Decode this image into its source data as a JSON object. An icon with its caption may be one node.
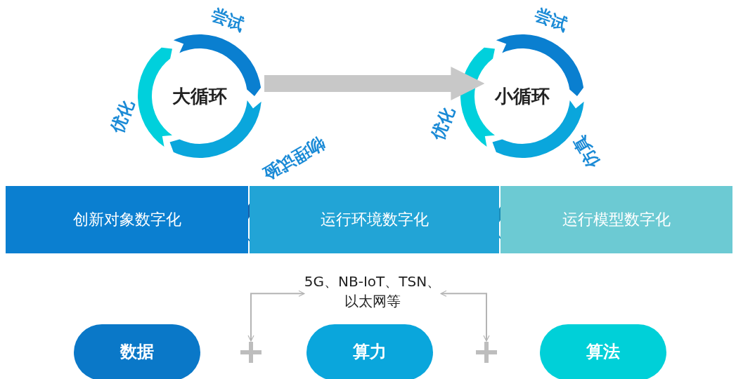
{
  "diagram": {
    "nodes": [
      {
        "text": [
          "大循环"
        ],
        "beside": [
          "尝试",
          "物理试验",
          "优化"
        ]
      },
      {
        "text": [
          "小循环"
        ],
        "beside": [
          "尝试",
          "仿真",
          "优化"
        ]
      },
      {
        "text": [
          "创新对象数字化"
        ]
      },
      {
        "text": [
          "运行环境数字化"
        ]
      },
      {
        "text": [
          "运行模型数字化"
        ]
      },
      {
        "text": [
          "5G、NB-IoT、TSN、以太网等"
        ]
      },
      {
        "text": [
          "数据"
        ]
      },
      {
        "text": [],
        "shape": "cross"
      },
      {
        "text": [
          "算力"
        ]
      },
      {
        "text": [],
        "shape": "cross"
      },
      {
        "text": [
          "算法"
        ]
      }
    ],
    "edges": [
      {
        "from": 0,
        "to": 1,
        "arrow": "to",
        "style": "thick",
        "color": "#c8c8c8"
      },
      {
        "from": 5,
        "to": 7,
        "arrow": "both",
        "color": "#b4b4b4"
      },
      {
        "from": 5,
        "to": 9,
        "arrow": "both",
        "color": "#b4b4b4"
      }
    ]
  }
}
